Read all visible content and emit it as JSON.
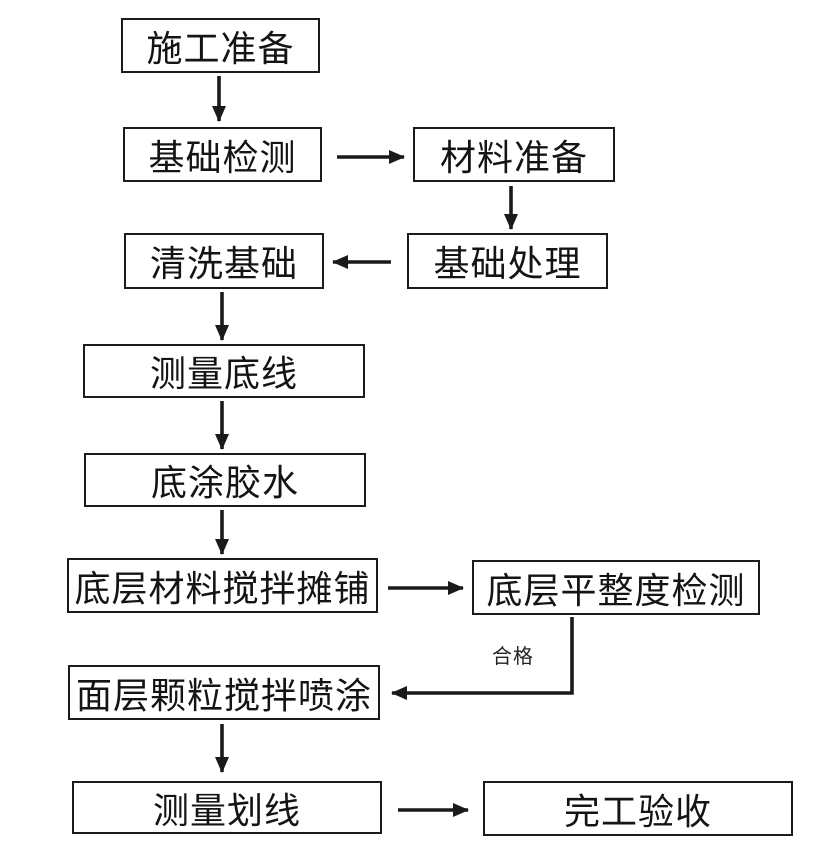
{
  "flowchart": {
    "nodes": {
      "construction_prep": {
        "label": "施工准备"
      },
      "foundation_inspection": {
        "label": "基础检测"
      },
      "material_prep": {
        "label": "材料准备"
      },
      "foundation_treatment": {
        "label": "基础处理"
      },
      "clean_foundation": {
        "label": "清洗基础"
      },
      "measure_baseline": {
        "label": "测量底线"
      },
      "primer_glue": {
        "label": "底涂胶水"
      },
      "base_layer_mix_paving": {
        "label": "底层材料搅拌摊铺"
      },
      "base_flatness_inspection": {
        "label": "底层平整度检测"
      },
      "surface_particle_spray": {
        "label": "面层颗粒搅拌喷涂"
      },
      "measure_marking": {
        "label": "测量划线"
      },
      "completion_acceptance": {
        "label": "完工验收"
      }
    },
    "edge_labels": {
      "qualified": "合格"
    },
    "edges": [
      {
        "from": "construction_prep",
        "to": "foundation_inspection",
        "label": ""
      },
      {
        "from": "foundation_inspection",
        "to": "material_prep",
        "label": ""
      },
      {
        "from": "material_prep",
        "to": "foundation_treatment",
        "label": ""
      },
      {
        "from": "foundation_treatment",
        "to": "clean_foundation",
        "label": ""
      },
      {
        "from": "clean_foundation",
        "to": "measure_baseline",
        "label": ""
      },
      {
        "from": "measure_baseline",
        "to": "primer_glue",
        "label": ""
      },
      {
        "from": "primer_glue",
        "to": "base_layer_mix_paving",
        "label": ""
      },
      {
        "from": "base_layer_mix_paving",
        "to": "base_flatness_inspection",
        "label": ""
      },
      {
        "from": "base_flatness_inspection",
        "to": "surface_particle_spray",
        "label": "合格"
      },
      {
        "from": "surface_particle_spray",
        "to": "measure_marking",
        "label": ""
      },
      {
        "from": "measure_marking",
        "to": "completion_acceptance",
        "label": ""
      }
    ],
    "colors": {
      "line": "#1a1a1a",
      "text": "#141414",
      "background": "#ffffff",
      "box_fill": "#ffffff"
    }
  }
}
